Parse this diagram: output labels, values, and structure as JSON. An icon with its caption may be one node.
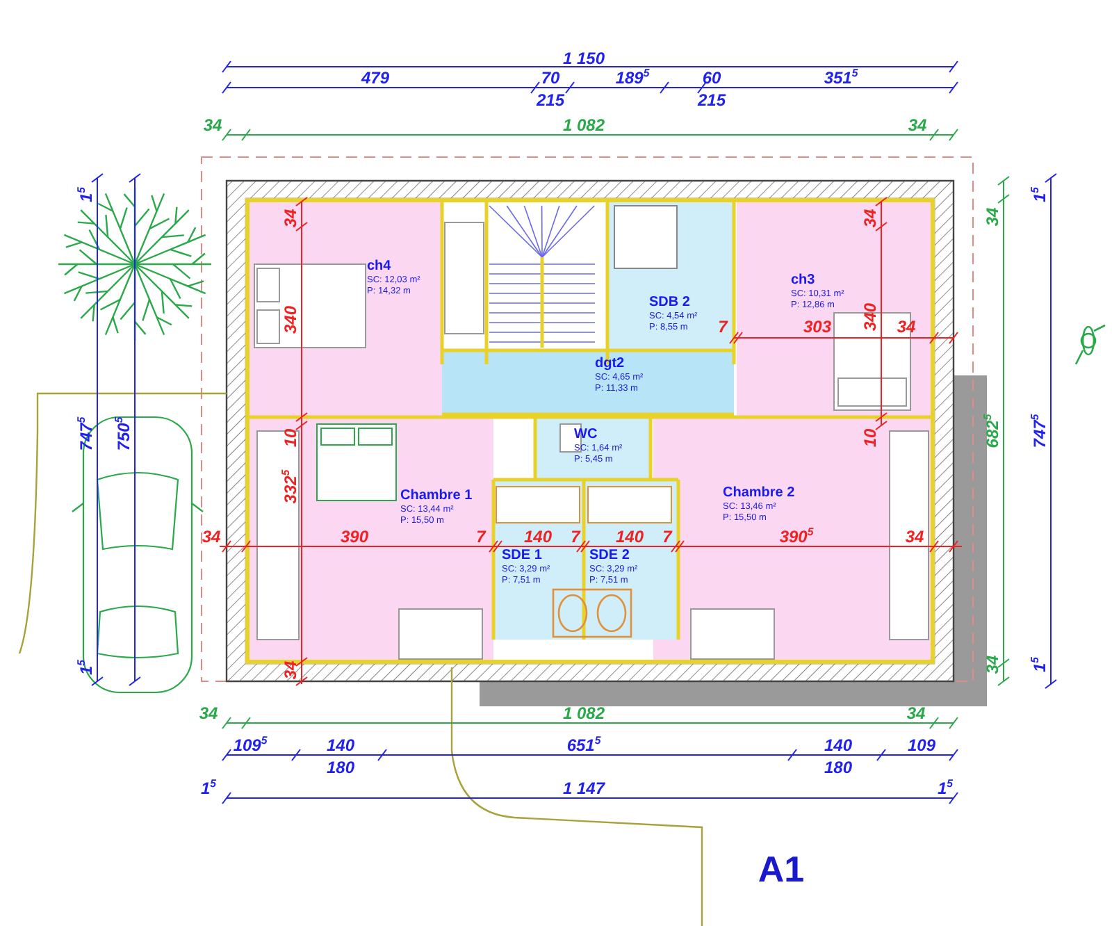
{
  "diagram": {
    "nodes": [
      {
        "text": [
          "ch4",
          "SC: 12,03 m²",
          "P: 14,32 m"
        ]
      },
      {
        "text": [
          "SDB 2",
          "SC: 4,54 m²",
          "P: 8,55 m"
        ]
      },
      {
        "text": [
          "ch3",
          "SC: 10,31 m²",
          "P: 12,86 m"
        ]
      },
      {
        "text": [
          "dgt2",
          "SC: 4,65 m²",
          "P: 11,33 m"
        ]
      },
      {
        "text": [
          "WC",
          "SC: 1,64 m²",
          "P: 5,45 m"
        ]
      },
      {
        "text": [
          "Chambre 1",
          "SC: 13,44 m²",
          "P: 15,50 m"
        ]
      },
      {
        "text": [
          "Chambre 2",
          "SC: 13,46 m²",
          "P: 15,50 m"
        ]
      },
      {
        "text": [
          "SDE 1",
          "SC: 3,29 m²",
          "P: 7,51 m"
        ]
      },
      {
        "text": [
          "SDE 2",
          "SC: 3,29 m²",
          "P: 7,51 m"
        ]
      }
    ],
    "labels": [
      "1 150",
      "479",
      "70",
      "189$^{5}$",
      "60",
      "351$^{5}$",
      "215",
      "215",
      "34",
      "1 082",
      "34",
      "1$^{5}$",
      "1$^{5}$",
      "34",
      "34",
      "34",
      "340",
      "340",
      "7",
      "303",
      "34",
      "747$^{5}$",
      "750$^{5}$",
      "682$^{5}$",
      "747$^{5}$",
      "10",
      "10",
      "332$^{5}$",
      "34",
      "390",
      "7",
      "140",
      "7",
      "140",
      "7",
      "390$^{5}$",
      "34",
      "1$^{5}$",
      "34",
      "34",
      "1$^{5}$",
      "34",
      "1 082",
      "34",
      "109$^{5}$",
      "140",
      "651$^{5}$",
      "140",
      "109",
      "180",
      "180",
      "1$^{5}$",
      "1 147",
      "1$^{5}$",
      "A1"
    ]
  }
}
